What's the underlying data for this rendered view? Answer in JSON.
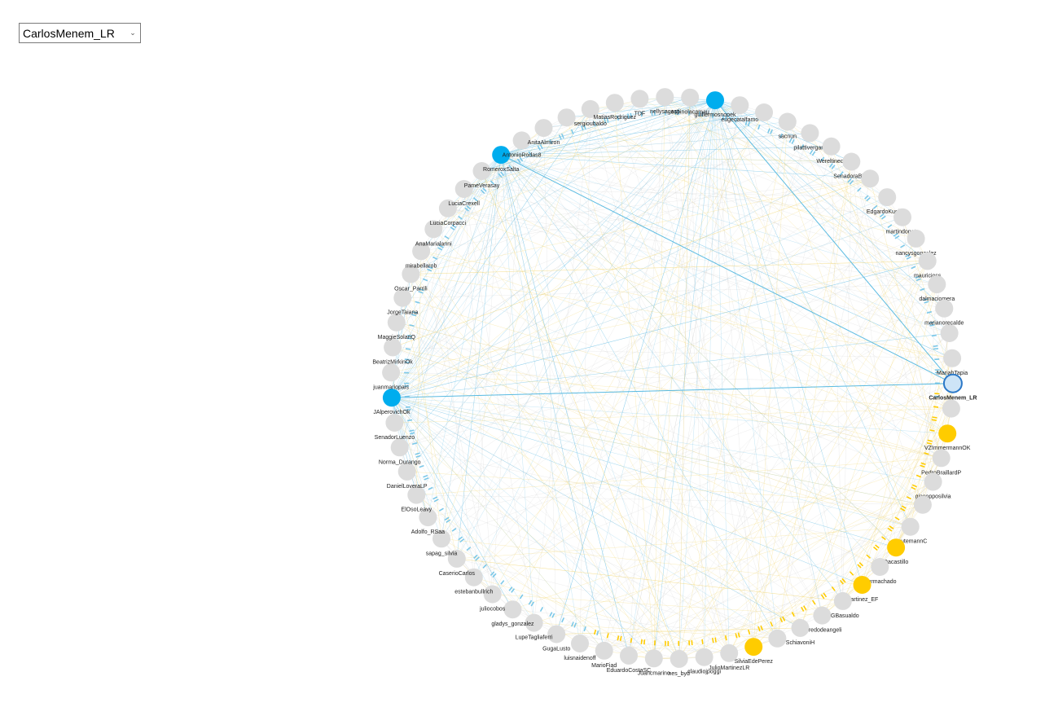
{
  "selector": {
    "value": "CarlosMenem_LR"
  },
  "colors": {
    "blue": "#00adee",
    "yellow": "#ffcc00",
    "grey": "#dcdcdc",
    "focus_fill": "#cde4f7",
    "focus_stroke": "#2b78c7",
    "edge_blue": "#7cc8e8",
    "edge_yellow": "#f2d46b"
  },
  "graph": {
    "focus": "CarlosMenem_LR",
    "nodes": [
      {
        "label": "",
        "group": "grey"
      },
      {
        "label": "MariabTapia",
        "group": "grey"
      },
      {
        "label": "CarlosMenem_LR",
        "group": "focus"
      },
      {
        "label": "",
        "group": "grey"
      },
      {
        "label": "VZImmermannOK",
        "group": "yellow"
      },
      {
        "label": "PedroBraillardP",
        "group": "grey"
      },
      {
        "label": "giacopposilvia",
        "group": "grey"
      },
      {
        "label": "",
        "group": "grey"
      },
      {
        "label": "ReutemannC",
        "group": "grey"
      },
      {
        "label": "Dacastillo",
        "group": "yellow"
      },
      {
        "label": "laurmachado",
        "group": "grey"
      },
      {
        "label": "Martinez_EF",
        "group": "yellow"
      },
      {
        "label": "RGBasualdo",
        "group": "grey"
      },
      {
        "label": "alfredodeangeli",
        "group": "grey"
      },
      {
        "label": "SchiavoniH",
        "group": "grey"
      },
      {
        "label": "",
        "group": "grey"
      },
      {
        "label": "SilviaEdePerez",
        "group": "yellow"
      },
      {
        "label": "JulioMartinezLR",
        "group": "grey"
      },
      {
        "label": "claudiojpoggi",
        "group": "grey"
      },
      {
        "label": "nes_byd",
        "group": "grey"
      },
      {
        "label": "Juancmarino",
        "group": "grey"
      },
      {
        "label": "EduardoCostaSC",
        "group": "grey"
      },
      {
        "label": "MarioFiad",
        "group": "grey"
      },
      {
        "label": "luisnaidenoff",
        "group": "grey"
      },
      {
        "label": "GugaLusto",
        "group": "grey"
      },
      {
        "label": "LupeTagliaferri",
        "group": "grey"
      },
      {
        "label": "gladys_gonzalez",
        "group": "grey"
      },
      {
        "label": "juliocobos",
        "group": "grey"
      },
      {
        "label": "estebanbullrich",
        "group": "grey"
      },
      {
        "label": "CaserioCarlos",
        "group": "grey"
      },
      {
        "label": "sapag_silvia",
        "group": "grey"
      },
      {
        "label": "Adolfo_RSaa",
        "group": "grey"
      },
      {
        "label": "ElOsoLeavy",
        "group": "grey"
      },
      {
        "label": "DanielLoveraLP",
        "group": "grey"
      },
      {
        "label": "Norma_Durango",
        "group": "grey"
      },
      {
        "label": "SenadorLuenzo",
        "group": "grey"
      },
      {
        "label": "JAlperovichOk",
        "group": "blue"
      },
      {
        "label": "juanmariopais",
        "group": "grey"
      },
      {
        "label": "BeatrizMirkinOk",
        "group": "grey"
      },
      {
        "label": "MaggieSolariQ",
        "group": "grey"
      },
      {
        "label": "JorgeTaiana",
        "group": "grey"
      },
      {
        "label": "Oscar_Parrili",
        "group": "grey"
      },
      {
        "label": "mirabellarob",
        "group": "grey"
      },
      {
        "label": "AnaMarialanni",
        "group": "grey"
      },
      {
        "label": "LuciaCorpacci",
        "group": "grey"
      },
      {
        "label": "LuciaCrexell",
        "group": "grey"
      },
      {
        "label": "PameVerasay",
        "group": "grey"
      },
      {
        "label": "RomeroxSalta",
        "group": "blue"
      },
      {
        "label": "AntonioRodas8",
        "group": "grey"
      },
      {
        "label": "AnitaAlmiron",
        "group": "grey"
      },
      {
        "label": "",
        "group": "grey"
      },
      {
        "label": "sergioubaldo",
        "group": "grey"
      },
      {
        "label": "MatiasRodriguez",
        "group": "grey"
      },
      {
        "label": "TDF",
        "group": "grey"
      },
      {
        "label": "nellysagasti",
        "group": "grey"
      },
      {
        "label": "espinolacamau",
        "group": "grey"
      },
      {
        "label": "guillermosnopek",
        "group": "blue"
      },
      {
        "label": "eugecatalfamo",
        "group": "grey"
      },
      {
        "label": "",
        "group": "grey"
      },
      {
        "label": "sacnun",
        "group": "grey"
      },
      {
        "label": "pilattivergara",
        "group": "grey"
      },
      {
        "label": "Wereltineck",
        "group": "grey"
      },
      {
        "label": "SenadoraBlas",
        "group": "grey"
      },
      {
        "label": "",
        "group": "grey"
      },
      {
        "label": "EdgardoKueider",
        "group": "grey"
      },
      {
        "label": "martindonate",
        "group": "grey"
      },
      {
        "label": "nancysgonzalez",
        "group": "grey"
      },
      {
        "label": "mauricioss",
        "group": "grey"
      },
      {
        "label": "dalmaciomera",
        "group": "grey"
      },
      {
        "label": "marianorecalde",
        "group": "grey"
      }
    ]
  }
}
